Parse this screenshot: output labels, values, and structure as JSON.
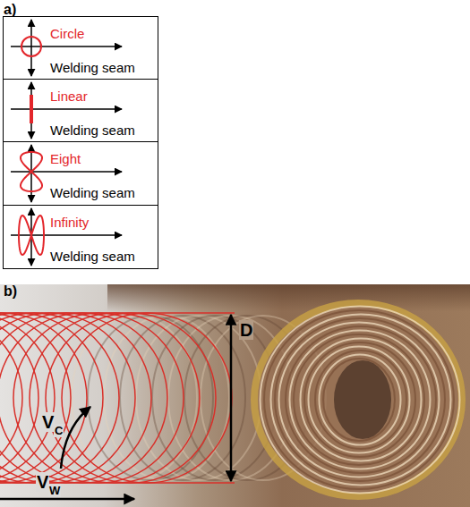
{
  "diagram": {
    "nodes": [
      {
        "text": [
          "Circle",
          "Welding seam"
        ]
      },
      {
        "text": [
          "Linear",
          "Welding seam"
        ]
      },
      {
        "text": [
          "Eight",
          "Welding seam"
        ]
      },
      {
        "text": [
          "Infinity",
          "Welding seam"
        ]
      }
    ],
    "labels": [
      "a)",
      "b)",
      "V",
      "C",
      "V",
      "W",
      "D"
    ]
  }
}
